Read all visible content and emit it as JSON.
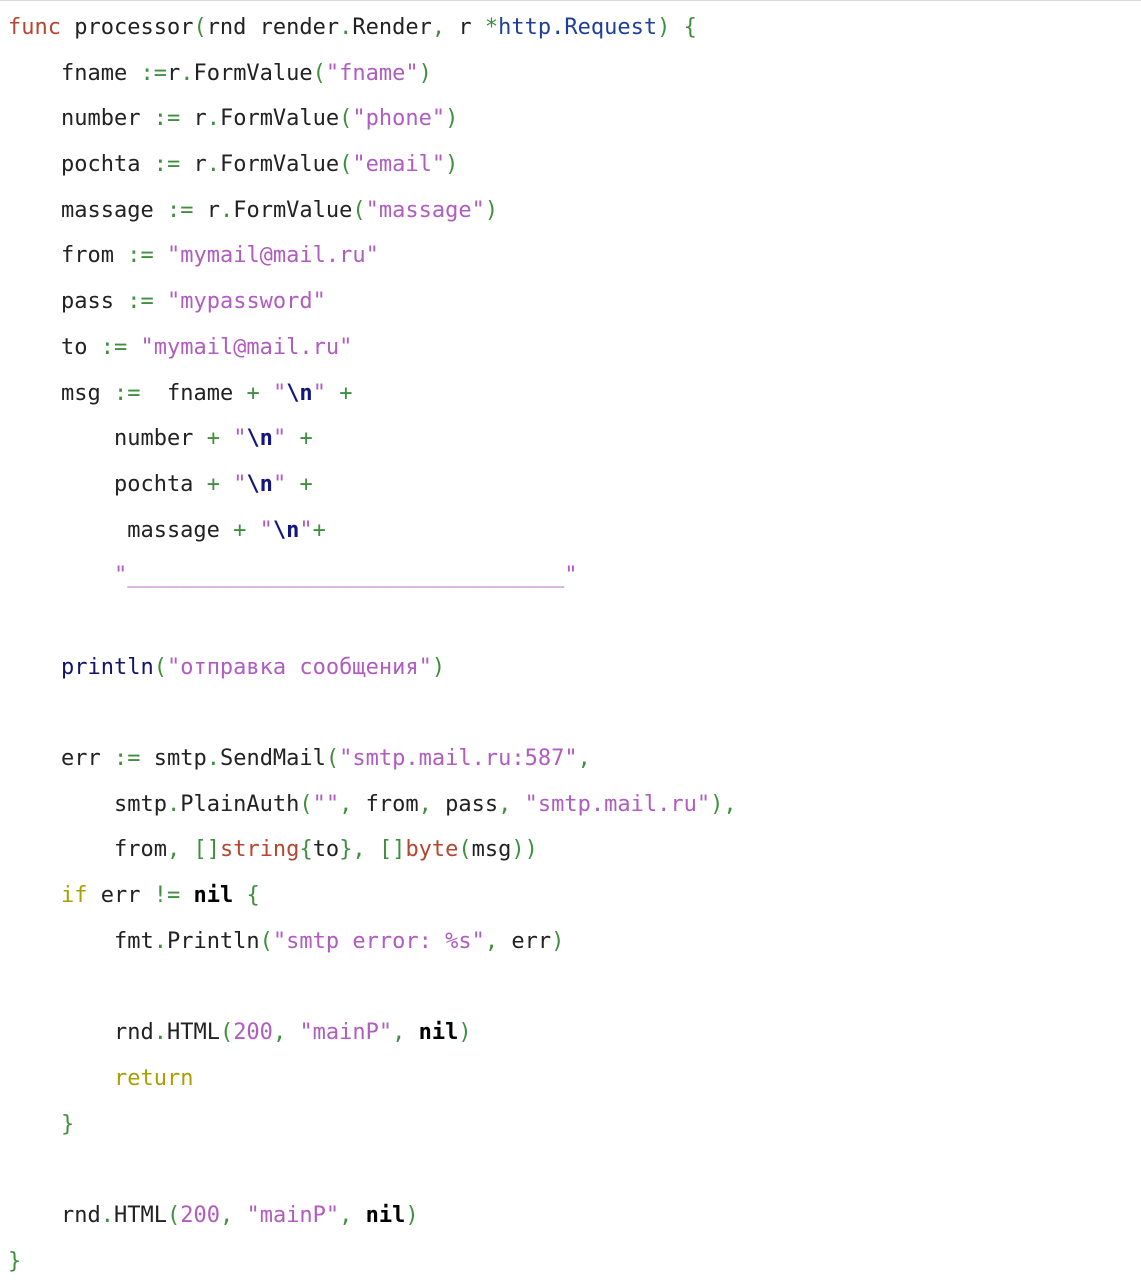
{
  "colors": {
    "background": "#ffffff",
    "identifier": "#222222",
    "keyword": "#b5462f",
    "operator": "#3f8f3f",
    "string": "#b05cc0",
    "type": "#1f3f9a",
    "builtin": "#13136b",
    "escape": "#151580",
    "control": "#a8a000",
    "nil": "#000000"
  },
  "code": {
    "lines": [
      [
        {
          "t": "kw",
          "v": "func"
        },
        {
          "t": "id",
          "v": " processor"
        },
        {
          "t": "op",
          "v": "("
        },
        {
          "t": "id",
          "v": "rnd render"
        },
        {
          "t": "op",
          "v": "."
        },
        {
          "t": "id",
          "v": "Render"
        },
        {
          "t": "op",
          "v": ","
        },
        {
          "t": "id",
          "v": " r "
        },
        {
          "t": "op",
          "v": "*"
        },
        {
          "t": "type",
          "v": "http.Request"
        },
        {
          "t": "op",
          "v": ")"
        },
        {
          "t": "id",
          "v": " "
        },
        {
          "t": "op",
          "v": "{"
        }
      ],
      [
        {
          "t": "id",
          "v": "    fname "
        },
        {
          "t": "op",
          "v": ":="
        },
        {
          "t": "id",
          "v": "r"
        },
        {
          "t": "op",
          "v": "."
        },
        {
          "t": "id",
          "v": "FormValue"
        },
        {
          "t": "op",
          "v": "("
        },
        {
          "t": "str",
          "v": "\"fname\""
        },
        {
          "t": "op",
          "v": ")"
        }
      ],
      [
        {
          "t": "id",
          "v": "    number "
        },
        {
          "t": "op",
          "v": ":="
        },
        {
          "t": "id",
          "v": " r"
        },
        {
          "t": "op",
          "v": "."
        },
        {
          "t": "id",
          "v": "FormValue"
        },
        {
          "t": "op",
          "v": "("
        },
        {
          "t": "str",
          "v": "\"phone\""
        },
        {
          "t": "op",
          "v": ")"
        }
      ],
      [
        {
          "t": "id",
          "v": "    pochta "
        },
        {
          "t": "op",
          "v": ":="
        },
        {
          "t": "id",
          "v": " r"
        },
        {
          "t": "op",
          "v": "."
        },
        {
          "t": "id",
          "v": "FormValue"
        },
        {
          "t": "op",
          "v": "("
        },
        {
          "t": "str",
          "v": "\"email\""
        },
        {
          "t": "op",
          "v": ")"
        }
      ],
      [
        {
          "t": "id",
          "v": "    massage "
        },
        {
          "t": "op",
          "v": ":="
        },
        {
          "t": "id",
          "v": " r"
        },
        {
          "t": "op",
          "v": "."
        },
        {
          "t": "id",
          "v": "FormValue"
        },
        {
          "t": "op",
          "v": "("
        },
        {
          "t": "str",
          "v": "\"massage\""
        },
        {
          "t": "op",
          "v": ")"
        }
      ],
      [
        {
          "t": "id",
          "v": "    from "
        },
        {
          "t": "op",
          "v": ":="
        },
        {
          "t": "id",
          "v": " "
        },
        {
          "t": "str",
          "v": "\"mymail@mail.ru\""
        }
      ],
      [
        {
          "t": "id",
          "v": "    pass "
        },
        {
          "t": "op",
          "v": ":="
        },
        {
          "t": "id",
          "v": " "
        },
        {
          "t": "str",
          "v": "\"mypassword\""
        }
      ],
      [
        {
          "t": "id",
          "v": "    to "
        },
        {
          "t": "op",
          "v": ":="
        },
        {
          "t": "id",
          "v": " "
        },
        {
          "t": "str",
          "v": "\"mymail@mail.ru\""
        }
      ],
      [
        {
          "t": "id",
          "v": "    msg "
        },
        {
          "t": "op",
          "v": ":="
        },
        {
          "t": "id",
          "v": "  fname "
        },
        {
          "t": "op",
          "v": "+"
        },
        {
          "t": "id",
          "v": " "
        },
        {
          "t": "str",
          "v": "\""
        },
        {
          "t": "esc",
          "v": "\\n"
        },
        {
          "t": "str",
          "v": "\""
        },
        {
          "t": "id",
          "v": " "
        },
        {
          "t": "op",
          "v": "+"
        }
      ],
      [
        {
          "t": "id",
          "v": "        number "
        },
        {
          "t": "op",
          "v": "+"
        },
        {
          "t": "id",
          "v": " "
        },
        {
          "t": "str",
          "v": "\""
        },
        {
          "t": "esc",
          "v": "\\n"
        },
        {
          "t": "str",
          "v": "\""
        },
        {
          "t": "id",
          "v": " "
        },
        {
          "t": "op",
          "v": "+"
        }
      ],
      [
        {
          "t": "id",
          "v": "        pochta "
        },
        {
          "t": "op",
          "v": "+"
        },
        {
          "t": "id",
          "v": " "
        },
        {
          "t": "str",
          "v": "\""
        },
        {
          "t": "esc",
          "v": "\\n"
        },
        {
          "t": "str",
          "v": "\""
        },
        {
          "t": "id",
          "v": " "
        },
        {
          "t": "op",
          "v": "+"
        }
      ],
      [
        {
          "t": "id",
          "v": "         massage "
        },
        {
          "t": "op",
          "v": "+"
        },
        {
          "t": "id",
          "v": " "
        },
        {
          "t": "str",
          "v": "\""
        },
        {
          "t": "esc",
          "v": "\\n"
        },
        {
          "t": "str",
          "v": "\""
        },
        {
          "t": "op",
          "v": "+"
        }
      ],
      [
        {
          "t": "id",
          "v": "        "
        },
        {
          "t": "str",
          "v": "\"_________________________________\""
        }
      ],
      [],
      [
        {
          "t": "id",
          "v": "    "
        },
        {
          "t": "builtin",
          "v": "println"
        },
        {
          "t": "op",
          "v": "("
        },
        {
          "t": "str",
          "v": "\"отправка сообщения\""
        },
        {
          "t": "op",
          "v": ")"
        }
      ],
      [],
      [
        {
          "t": "id",
          "v": "    err "
        },
        {
          "t": "op",
          "v": ":="
        },
        {
          "t": "id",
          "v": " smtp"
        },
        {
          "t": "op",
          "v": "."
        },
        {
          "t": "id",
          "v": "SendMail"
        },
        {
          "t": "op",
          "v": "("
        },
        {
          "t": "str",
          "v": "\"smtp.mail.ru:587\""
        },
        {
          "t": "op",
          "v": ","
        }
      ],
      [
        {
          "t": "id",
          "v": "        smtp"
        },
        {
          "t": "op",
          "v": "."
        },
        {
          "t": "id",
          "v": "PlainAuth"
        },
        {
          "t": "op",
          "v": "("
        },
        {
          "t": "str",
          "v": "\"\""
        },
        {
          "t": "op",
          "v": ","
        },
        {
          "t": "id",
          "v": " from"
        },
        {
          "t": "op",
          "v": ","
        },
        {
          "t": "id",
          "v": " pass"
        },
        {
          "t": "op",
          "v": ","
        },
        {
          "t": "id",
          "v": " "
        },
        {
          "t": "str",
          "v": "\"smtp.mail.ru\""
        },
        {
          "t": "op",
          "v": "),"
        }
      ],
      [
        {
          "t": "id",
          "v": "        from"
        },
        {
          "t": "op",
          "v": ","
        },
        {
          "t": "id",
          "v": " "
        },
        {
          "t": "op",
          "v": "[]"
        },
        {
          "t": "kw",
          "v": "string"
        },
        {
          "t": "op",
          "v": "{"
        },
        {
          "t": "id",
          "v": "to"
        },
        {
          "t": "op",
          "v": "},"
        },
        {
          "t": "id",
          "v": " "
        },
        {
          "t": "op",
          "v": "[]"
        },
        {
          "t": "kw",
          "v": "byte"
        },
        {
          "t": "op",
          "v": "("
        },
        {
          "t": "id",
          "v": "msg"
        },
        {
          "t": "op",
          "v": "))"
        }
      ],
      [
        {
          "t": "id",
          "v": "    "
        },
        {
          "t": "ctrl",
          "v": "if"
        },
        {
          "t": "id",
          "v": " err "
        },
        {
          "t": "op",
          "v": "!="
        },
        {
          "t": "id",
          "v": " "
        },
        {
          "t": "nil",
          "v": "nil"
        },
        {
          "t": "id",
          "v": " "
        },
        {
          "t": "op",
          "v": "{"
        }
      ],
      [
        {
          "t": "id",
          "v": "        fmt"
        },
        {
          "t": "op",
          "v": "."
        },
        {
          "t": "id",
          "v": "Println"
        },
        {
          "t": "op",
          "v": "("
        },
        {
          "t": "str",
          "v": "\"smtp error: %s\""
        },
        {
          "t": "op",
          "v": ","
        },
        {
          "t": "id",
          "v": " err"
        },
        {
          "t": "op",
          "v": ")"
        }
      ],
      [],
      [
        {
          "t": "id",
          "v": "        rnd"
        },
        {
          "t": "op",
          "v": "."
        },
        {
          "t": "id",
          "v": "HTML"
        },
        {
          "t": "op",
          "v": "("
        },
        {
          "t": "num",
          "v": "200"
        },
        {
          "t": "op",
          "v": ","
        },
        {
          "t": "id",
          "v": " "
        },
        {
          "t": "str",
          "v": "\"mainP\""
        },
        {
          "t": "op",
          "v": ","
        },
        {
          "t": "id",
          "v": " "
        },
        {
          "t": "nil",
          "v": "nil"
        },
        {
          "t": "op",
          "v": ")"
        }
      ],
      [
        {
          "t": "id",
          "v": "        "
        },
        {
          "t": "ctrl",
          "v": "return"
        }
      ],
      [
        {
          "t": "id",
          "v": "    "
        },
        {
          "t": "op",
          "v": "}"
        }
      ],
      [],
      [
        {
          "t": "id",
          "v": "    rnd"
        },
        {
          "t": "op",
          "v": "."
        },
        {
          "t": "id",
          "v": "HTML"
        },
        {
          "t": "op",
          "v": "("
        },
        {
          "t": "num",
          "v": "200"
        },
        {
          "t": "op",
          "v": ","
        },
        {
          "t": "id",
          "v": " "
        },
        {
          "t": "str",
          "v": "\"mainP\""
        },
        {
          "t": "op",
          "v": ","
        },
        {
          "t": "id",
          "v": " "
        },
        {
          "t": "nil",
          "v": "nil"
        },
        {
          "t": "op",
          "v": ")"
        }
      ],
      [
        {
          "t": "op",
          "v": "}"
        }
      ]
    ]
  }
}
